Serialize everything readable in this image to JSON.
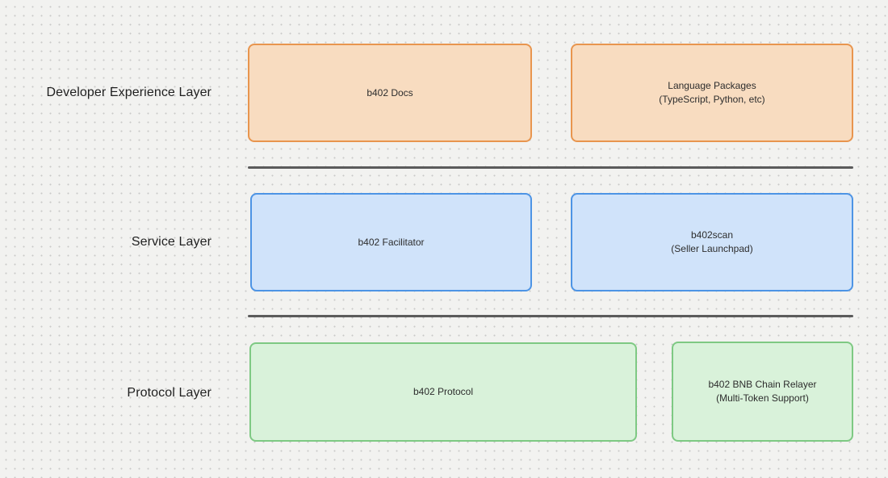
{
  "canvas": {
    "background": "#f2f2f0",
    "dot_color": "#c9c9c9",
    "divider_color": "#5b5b5b",
    "text_color": "#2d2d2d",
    "label_color": "#1f1f1f"
  },
  "layers": [
    {
      "label": "Developer Experience Layer",
      "fill": "#f8dcc0",
      "border": "#e8954e",
      "boxes": [
        {
          "lines": [
            "b402 Docs"
          ]
        },
        {
          "lines": [
            "Language Packages",
            "(TypeScript, Python, etc)"
          ]
        }
      ]
    },
    {
      "label": "Service Layer",
      "fill": "#d0e3fa",
      "border": "#4d94e5",
      "boxes": [
        {
          "lines": [
            "b402 Facilitator"
          ]
        },
        {
          "lines": [
            "b402scan",
            "(Seller Launchpad)"
          ]
        }
      ]
    },
    {
      "label": "Protocol Layer",
      "fill": "#d9f2da",
      "border": "#7ec983",
      "boxes": [
        {
          "lines": [
            "b402 Protocol"
          ]
        },
        {
          "lines": [
            "b402 BNB Chain Relayer",
            "(Multi-Token Support)"
          ]
        }
      ]
    }
  ]
}
